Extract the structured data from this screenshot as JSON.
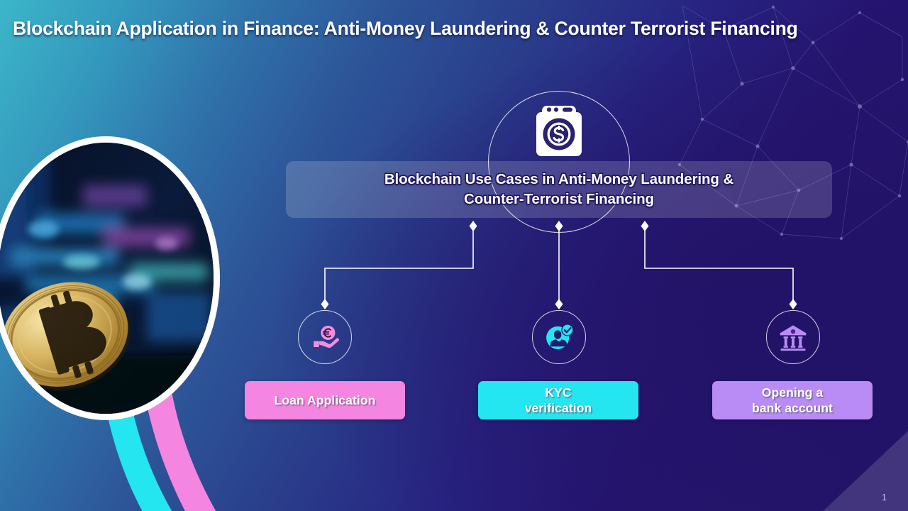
{
  "slide": {
    "title": "Blockchain Application in Finance: Anti-Money Laundering & Counter Terrorist Financing",
    "page_number": "1"
  },
  "hub": {
    "icon": "washing-machine-dollar-icon",
    "heading_line1": "Blockchain Use Cases in Anti-Money Laundering &",
    "heading_line2": "Counter-Terrorist Financing"
  },
  "branches": [
    {
      "id": "loan",
      "icon": "hand-holding-euro-coin-icon",
      "label_line1": "Loan Application",
      "label_line2": "",
      "color": "#f485e0"
    },
    {
      "id": "kyc",
      "icon": "person-verified-check-icon",
      "label_line1": "KYC",
      "label_line2": "verification",
      "color": "#24e6f0"
    },
    {
      "id": "bank",
      "icon": "bank-building-icon",
      "label_line1": "Opening a",
      "label_line2": "bank account",
      "color": "#b98cf5"
    }
  ],
  "decor": {
    "photo": "bitcoin-coin-photo",
    "arc_cyan": "#24e6f0",
    "arc_pink": "#f485e0",
    "background_from": "#3cb6c9",
    "background_to": "#231368"
  }
}
